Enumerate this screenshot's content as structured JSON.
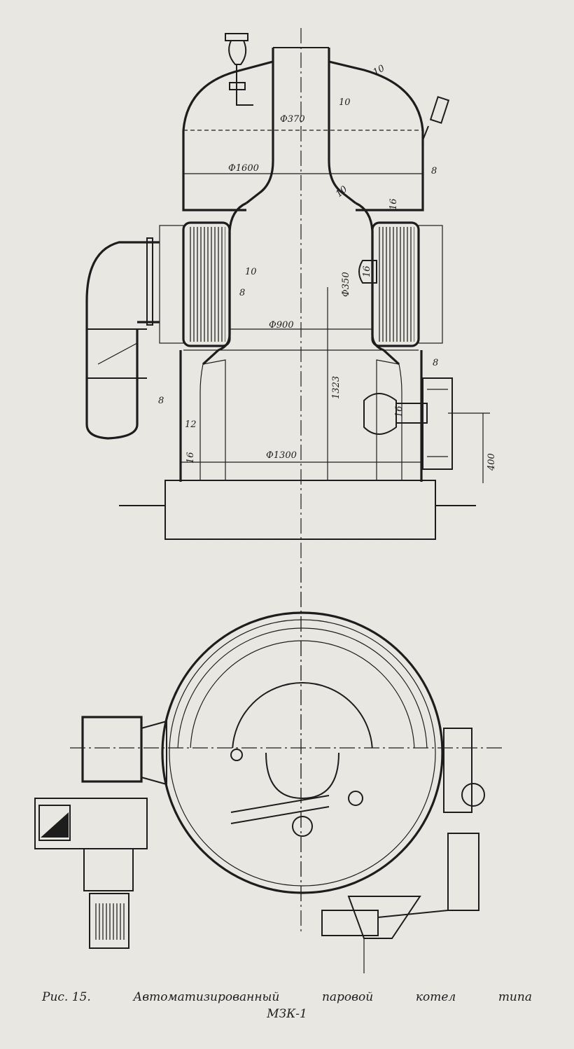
{
  "figure": {
    "caption_num": "Рис. 15.",
    "caption_w1": "Автоматизированный",
    "caption_w2": "паровой",
    "caption_w3": "котел",
    "caption_w4": "типа",
    "caption_line2": "МЗК-1"
  },
  "dimensions": {
    "d_top_wall": "10",
    "d_flue_wall": "10",
    "d_flue_dia": "Ф370",
    "d_drum_dia": "Ф1600",
    "d_drum_wall": "8",
    "d_neck_wall": "10",
    "d_shell_wall_top": "16",
    "d_tube_wall_a": "10",
    "d_tube_wall_b": "8",
    "d_nozzle_dia": "Ф350",
    "d_nozzle_wall": "16",
    "d_furnace_dia": "Ф900",
    "d_height": "1323",
    "d_right_wall": "8",
    "d_burner_wall": "16",
    "d_left_wall": "8",
    "d_lining": "12",
    "d_base_dia": "Ф1300",
    "d_base_wall": "16",
    "d_burner_height": "400"
  }
}
